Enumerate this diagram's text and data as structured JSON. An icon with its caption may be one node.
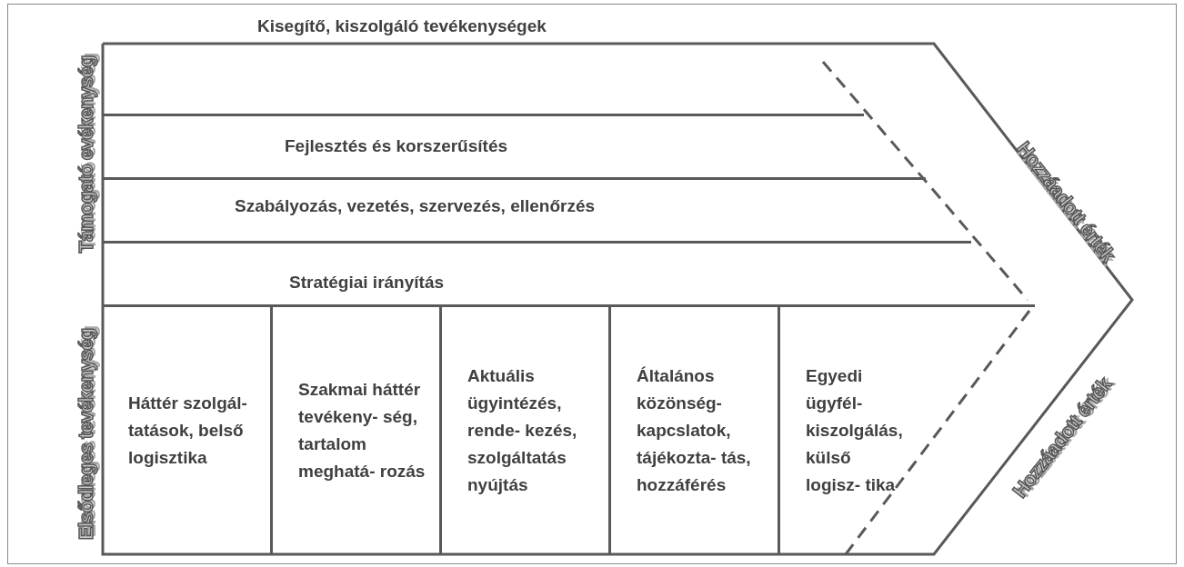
{
  "diagram": {
    "nodes": [
      {
        "text": [
          "Kisegítő, kiszolgáló tevékenységek"
        ]
      },
      {
        "text": [
          "Fejlesztés és korszerűsítés"
        ]
      },
      {
        "text": [
          "Szabályozás, vezetés, szervezés, ellenőrzés"
        ]
      },
      {
        "text": [
          "Stratégiai irányítás"
        ]
      },
      {
        "text": [
          "Háttér szolgál- tatások, belső logisztika"
        ]
      },
      {
        "text": [
          "Szakmai háttér tevékeny- ség, tartalom meghatá- rozás"
        ]
      },
      {
        "text": [
          "Aktuális ügyintézés, rende- kezés, szolgáltatás nyújtás"
        ]
      },
      {
        "text": [
          "Általános közönség- kapcslatok, tájékozta- tás, hozzáférés"
        ]
      },
      {
        "text": [
          "Egyedi ügyfél- kiszolgálás, külső logisz- tika"
        ]
      }
    ],
    "labels": [
      "Támogató evékenység",
      "Elsődleges tevékenység",
      "Hozzáadott érték",
      "Hozzáadott érték"
    ]
  }
}
